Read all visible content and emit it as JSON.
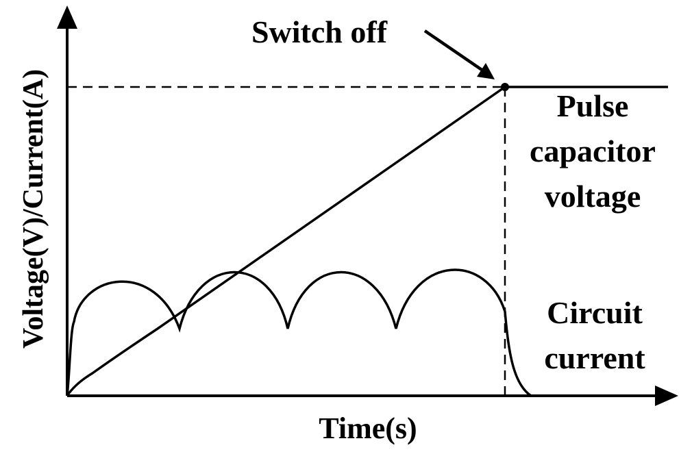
{
  "labels": {
    "y_axis": "Voltage(V)/Current(A)",
    "x_axis": "Time(s)",
    "annotation": "Switch off",
    "voltage_line1": "Pulse",
    "voltage_line2": "capacitor",
    "voltage_line3": "voltage",
    "current_line1": "Circuit",
    "current_line2": "current"
  },
  "colors": {
    "ink": "#000000",
    "background": "#ffffff"
  }
}
